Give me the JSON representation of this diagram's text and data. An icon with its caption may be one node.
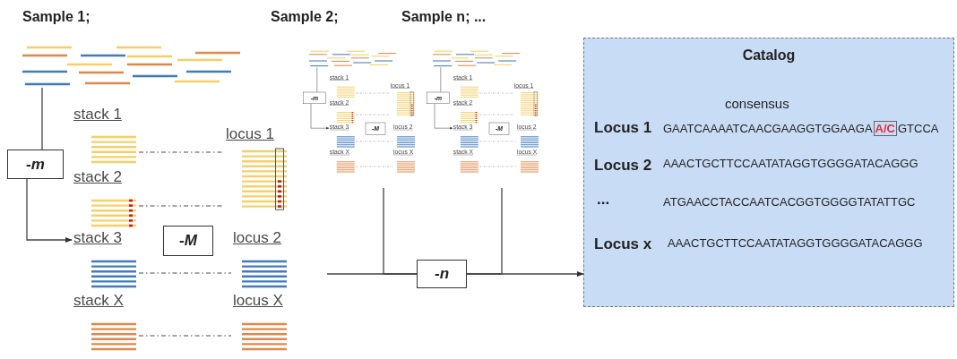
{
  "diagram": {
    "nodes": [
      {
        "text": [],
        "shape": "bar"
      },
      {
        "text": [
          "-m"
        ]
      },
      {
        "text": [
          "stack 1"
        ]
      },
      {
        "text": [
          "locus 1"
        ]
      },
      {
        "text": [
          "stack 2"
        ]
      },
      {
        "text": [
          "stack 3"
        ]
      },
      {
        "text": [
          "-M"
        ]
      },
      {
        "text": [
          "locus 2"
        ]
      },
      {
        "text": [
          "stack X"
        ]
      },
      {
        "text": [
          "locus X"
        ]
      },
      {
        "text": [],
        "shape": "bar"
      },
      {
        "text": [
          "-m"
        ]
      },
      {
        "text": [
          "stack 1"
        ]
      },
      {
        "text": [
          "locus 1"
        ]
      },
      {
        "text": [
          "stack 2"
        ]
      },
      {
        "text": [
          "stack 3"
        ]
      },
      {
        "text": [
          "-M"
        ]
      },
      {
        "text": [
          "locus 2"
        ]
      },
      {
        "text": [
          "stack X"
        ]
      },
      {
        "text": [
          "locus X"
        ]
      },
      {
        "text": [],
        "shape": "bar"
      },
      {
        "text": [
          "-m"
        ]
      },
      {
        "text": [
          "stack 1"
        ]
      },
      {
        "text": [
          "locus 1"
        ]
      },
      {
        "text": [
          "stack 2"
        ]
      },
      {
        "text": [
          "stack 3"
        ]
      },
      {
        "text": [
          "-M"
        ]
      },
      {
        "text": [
          "locus 2"
        ]
      },
      {
        "text": [
          "stack X"
        ]
      },
      {
        "text": [
          "locus X"
        ]
      },
      {
        "text": [
          "-n"
        ]
      },
      {
        "text": [
          "Catalog",
          "consensus",
          "Locus 1",
          "GAATCAAAATCAACGAAGGTGGAAGA**A/C**GTCCA",
          "Locus 2",
          "AAACTGCTTCCAATATAGGTGGGGATACAGGG",
          "...",
          "ATGAACCTACCAATCACGGTGGGGTATATTGC",
          "Locus x",
          "AAACTGCTTCCAATATAGGTGGGGATACAGGG"
        ]
      }
    ],
    "edges": [
      {
        "from": 0,
        "to": 1,
        "arrow": "none"
      },
      {
        "from": 1,
        "to": 5,
        "arrow": "to"
      },
      {
        "from": 2,
        "to": 3,
        "arrow": "none",
        "style": "dashed"
      },
      {
        "from": 4,
        "to": 3,
        "arrow": "none",
        "style": "dashed"
      },
      {
        "from": 5,
        "to": 7,
        "arrow": "none",
        "style": "dashed"
      },
      {
        "from": 8,
        "to": 9,
        "arrow": "none",
        "style": "dashed"
      },
      {
        "from": 10,
        "to": 11,
        "arrow": "none"
      },
      {
        "from": 11,
        "to": 15,
        "arrow": "to"
      },
      {
        "from": 12,
        "to": 13,
        "arrow": "none",
        "style": "dashed"
      },
      {
        "from": 14,
        "to": 13,
        "arrow": "none",
        "style": "dashed"
      },
      {
        "from": 15,
        "to": 17,
        "arrow": "none",
        "style": "dashed"
      },
      {
        "from": 18,
        "to": 19,
        "arrow": "none",
        "style": "dashed"
      },
      {
        "from": 20,
        "to": 21,
        "arrow": "none"
      },
      {
        "from": 21,
        "to": 25,
        "arrow": "to"
      },
      {
        "from": 22,
        "to": 23,
        "arrow": "none",
        "style": "dashed"
      },
      {
        "from": 24,
        "to": 23,
        "arrow": "none",
        "style": "dashed"
      },
      {
        "from": 25,
        "to": 27,
        "arrow": "none",
        "style": "dashed"
      },
      {
        "from": 28,
        "to": 29,
        "arrow": "none",
        "style": "dashed"
      },
      {
        "from": null,
        "to": 30,
        "arrow": "none"
      },
      {
        "from": null,
        "to": 30,
        "arrow": "none"
      },
      {
        "from": null,
        "to": 30,
        "arrow": "none"
      },
      {
        "from": 30,
        "to": 31,
        "arrow": "to"
      }
    ],
    "labels": [
      "Sample 1;",
      "Sample 2;",
      "Sample n; ..."
    ]
  }
}
